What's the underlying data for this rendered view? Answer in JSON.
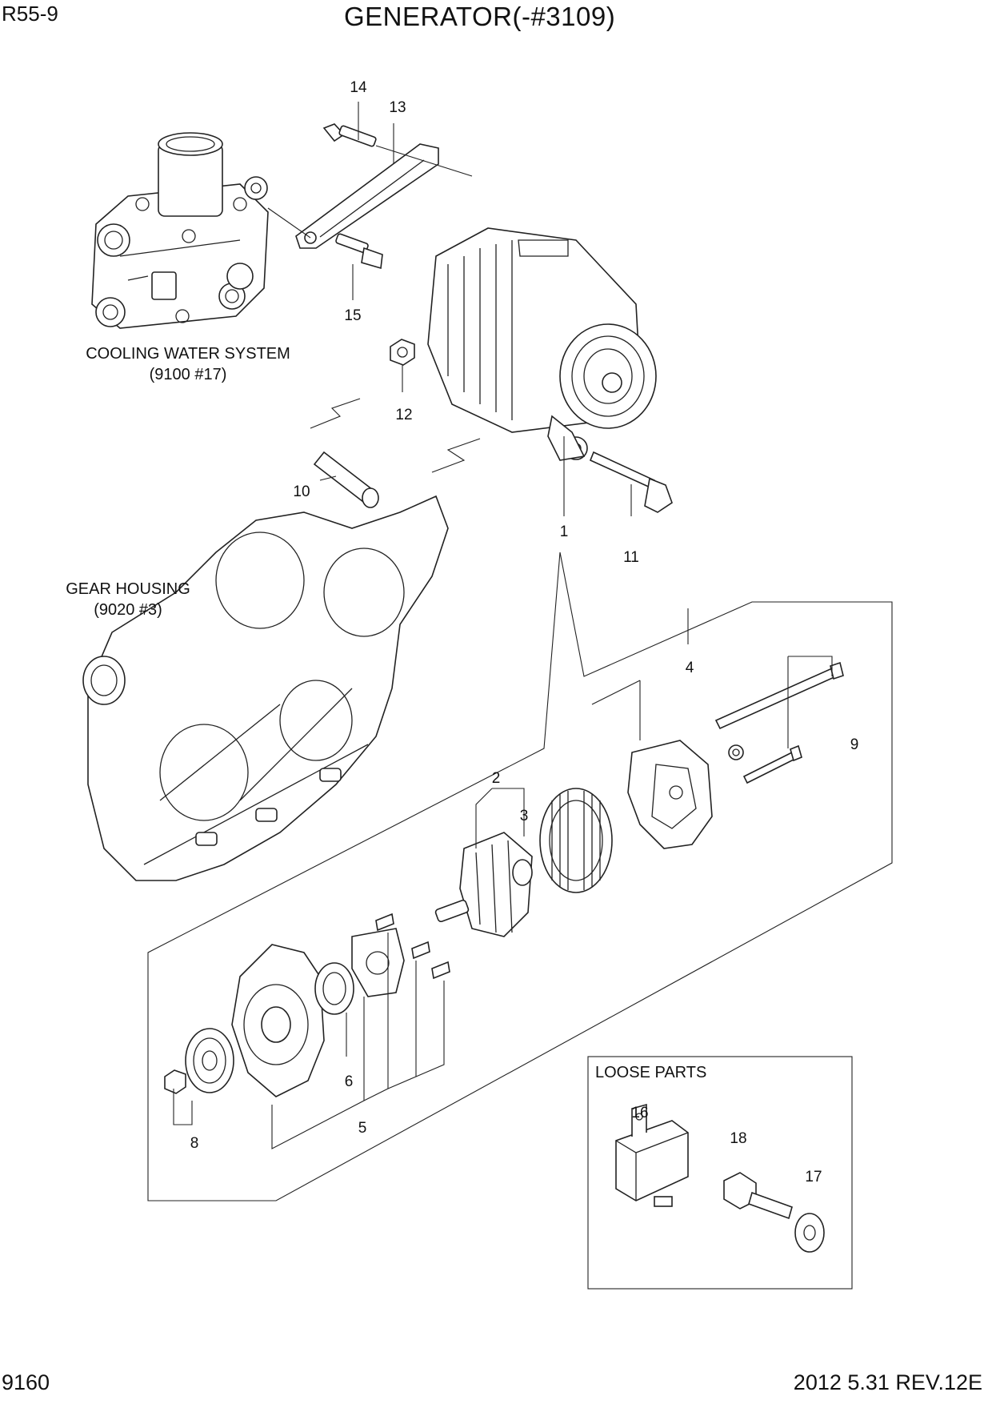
{
  "header": {
    "model": "R55-9",
    "title": "GENERATOR(-#3109)"
  },
  "footer": {
    "page_number": "9160",
    "revision": "2012  5.31  REV.12E"
  },
  "references": {
    "cooling_water_system": "COOLING WATER SYSTEM",
    "cooling_water_system_ref": "(9100 #17)",
    "gear_housing": "GEAR HOUSING",
    "gear_housing_ref": "(9020 #3)"
  },
  "loose_parts": {
    "title": "LOOSE PARTS"
  },
  "callouts": {
    "p1": "1",
    "p2": "2",
    "p3": "3",
    "p4": "4",
    "p5": "5",
    "p6": "6",
    "p8": "8",
    "p9": "9",
    "p10": "10",
    "p11": "11",
    "p12": "12",
    "p13": "13",
    "p14": "14",
    "p15": "15",
    "p16": "16",
    "p17": "17",
    "p18": "18"
  }
}
